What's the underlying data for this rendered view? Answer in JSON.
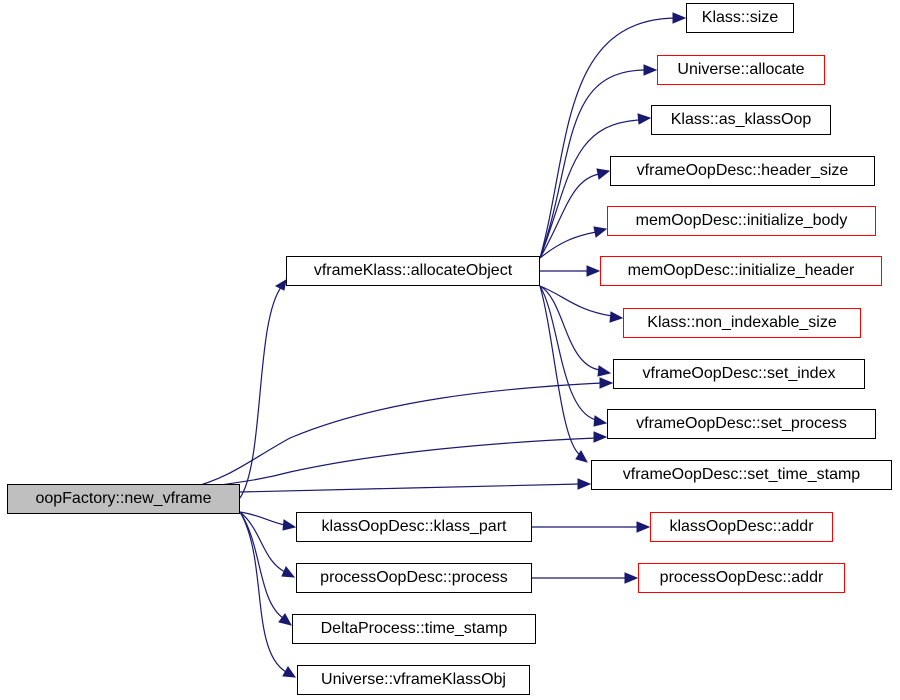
{
  "diagram": {
    "colors": {
      "edge": "#191970",
      "root_fill": "#bfbfbf",
      "red_border": "#ff0000",
      "border": "#000000"
    },
    "nodes": {
      "root": "oopFactory::new_vframe",
      "allocate_object": "vframeKlass::allocateObject",
      "klass_size": "Klass::size",
      "universe_allocate": "Universe::allocate",
      "klass_as_klassoop": "Klass::as_klassOop",
      "header_size": "vframeOopDesc::header_size",
      "initialize_body": "memOopDesc::initialize_body",
      "initialize_header": "memOopDesc::initialize_header",
      "non_indexable_size": "Klass::non_indexable_size",
      "set_index": "vframeOopDesc::set_index",
      "set_process": "vframeOopDesc::set_process",
      "set_time_stamp": "vframeOopDesc::set_time_stamp",
      "klass_part": "klassOopDesc::klass_part",
      "klassoop_addr": "klassOopDesc::addr",
      "process": "processOopDesc::process",
      "processoop_addr": "processOopDesc::addr",
      "time_stamp": "DeltaProcess::time_stamp",
      "vframe_klass_obj": "Universe::vframeKlassObj"
    }
  }
}
